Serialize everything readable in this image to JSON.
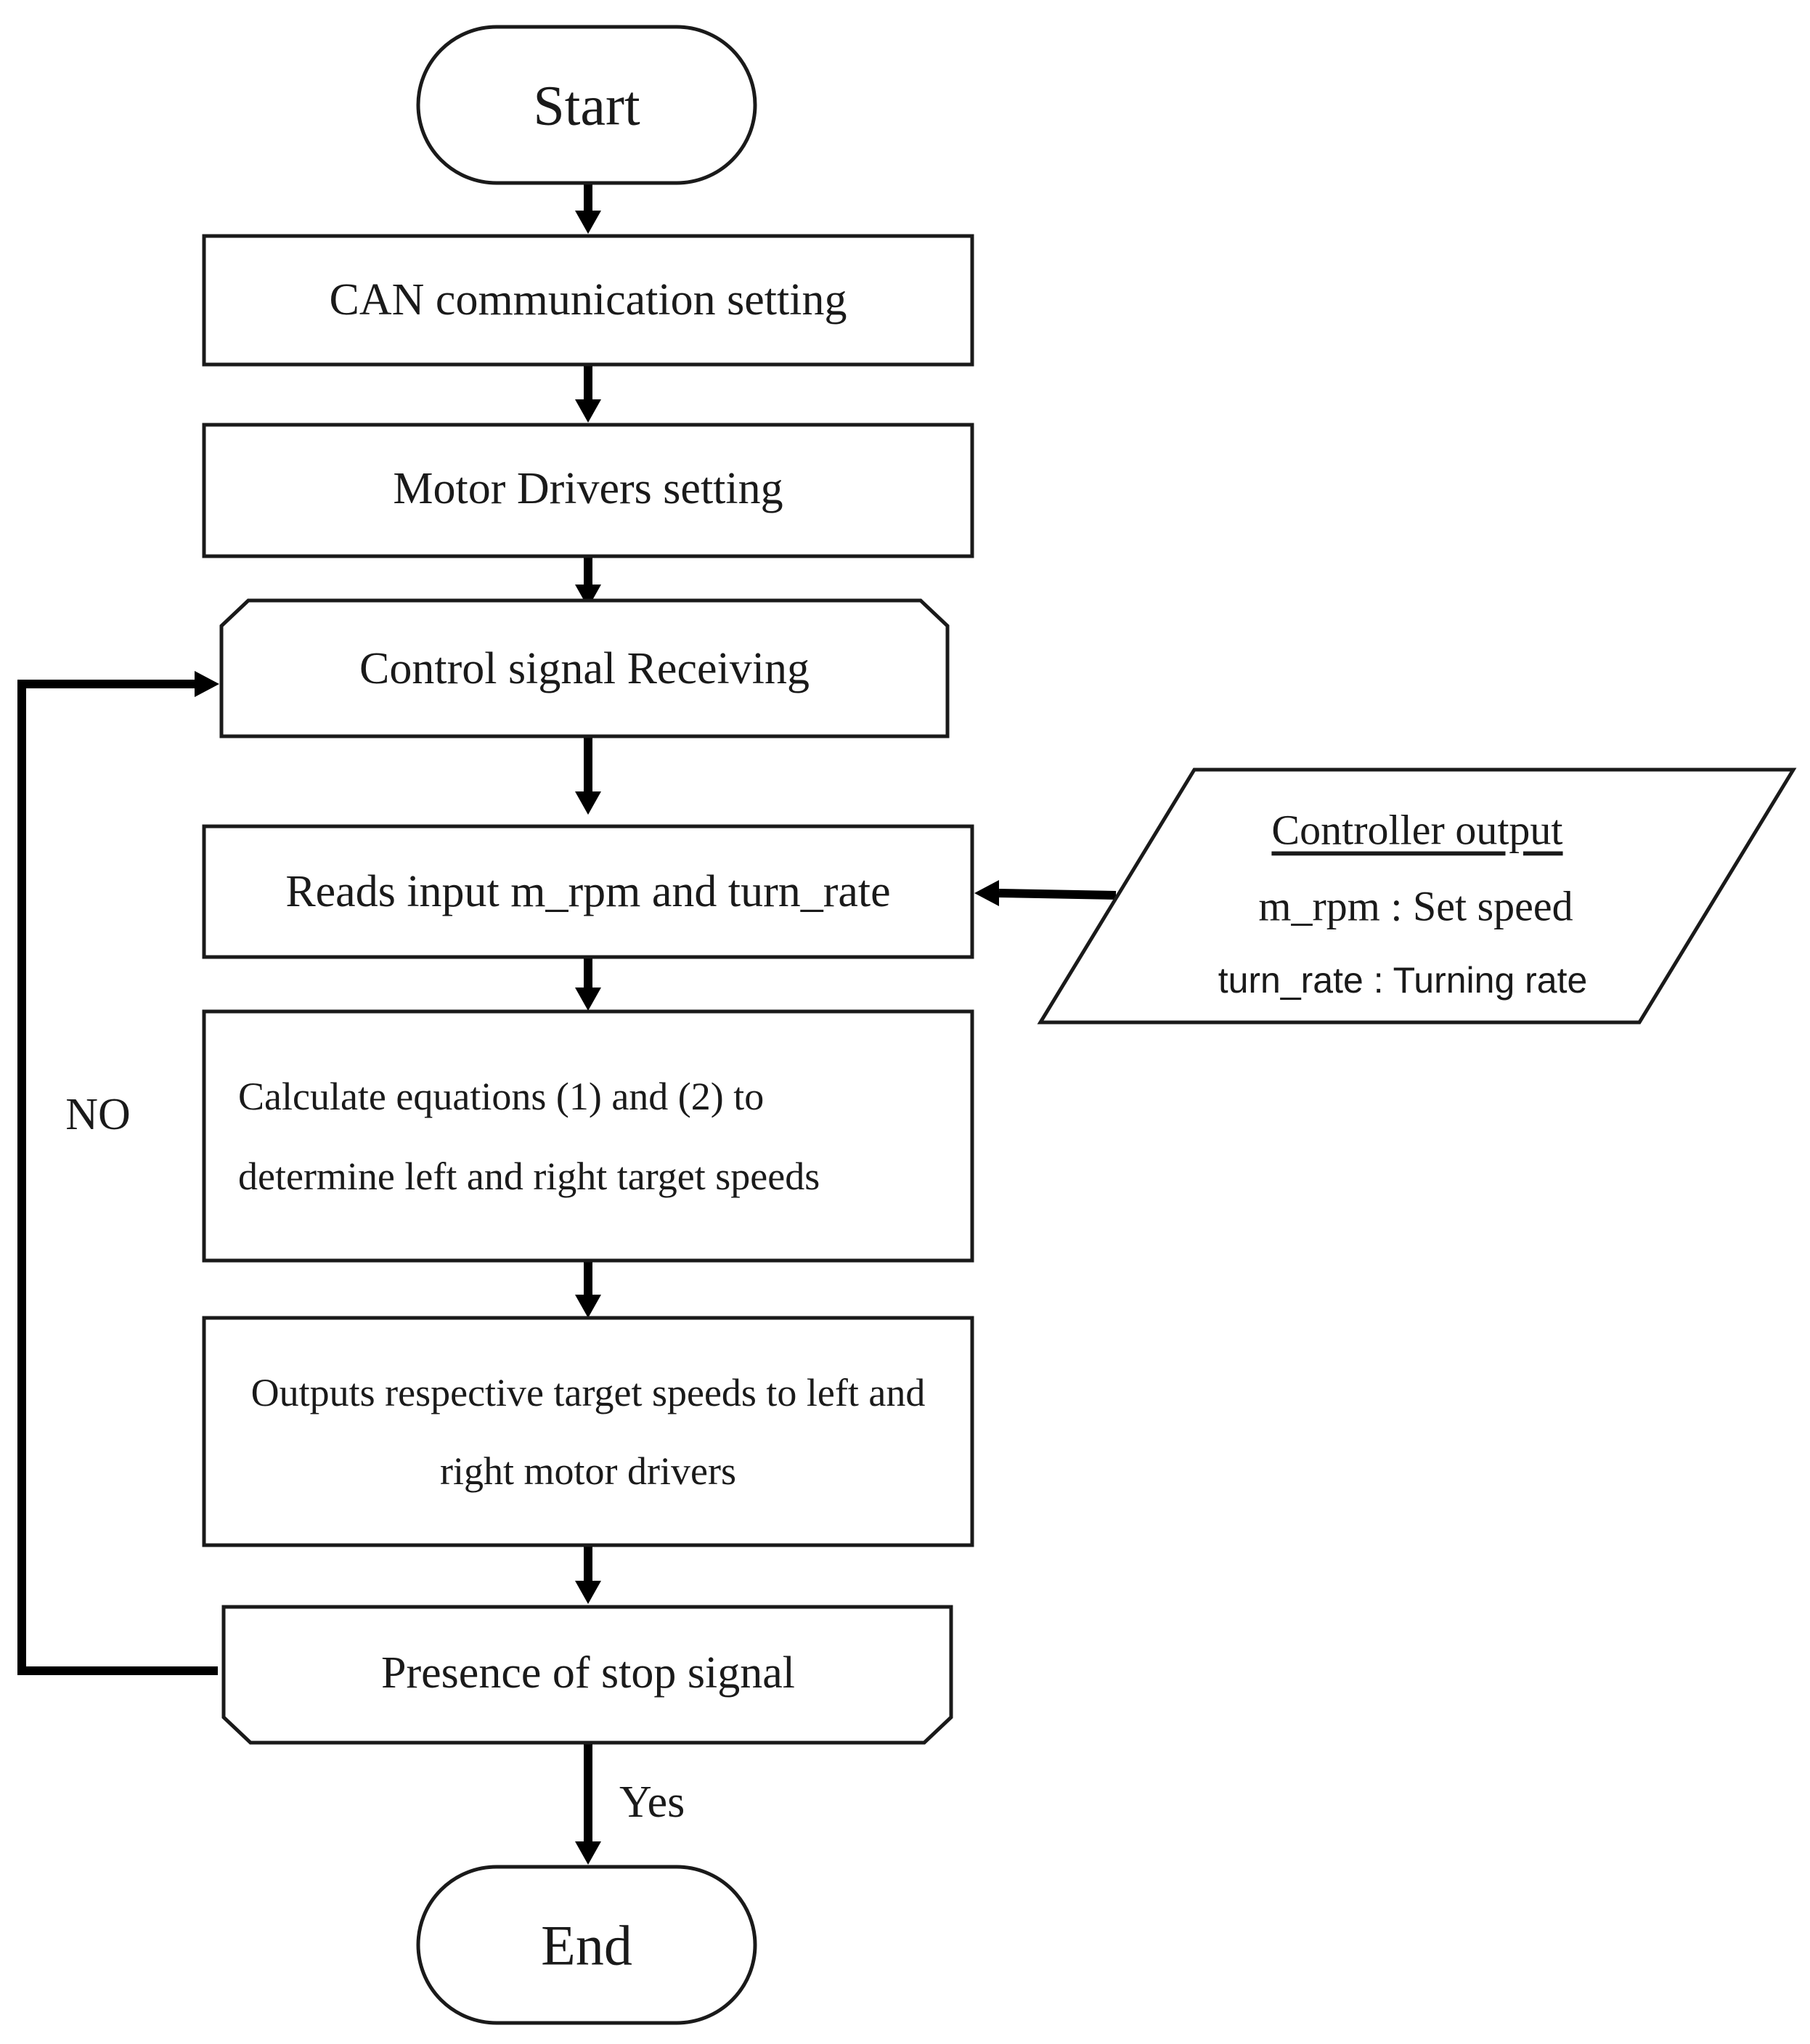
{
  "flowchart": {
    "start": "Start",
    "can_setting": "CAN communication setting",
    "motor_setting": "Motor Drivers setting",
    "control_receiving": "Control signal Receiving",
    "reads_input": "Reads input m_rpm and turn_rate",
    "calculate": {
      "line1": "Calculate equations (1) and (2) to",
      "line2": "determine left and right target speeds"
    },
    "outputs": {
      "line1": "Outputs respective target speeds to left and",
      "line2": "right motor drivers"
    },
    "stop_signal": "Presence of stop signal",
    "end": "End",
    "label_no": "NO",
    "label_yes": "Yes"
  },
  "controller_output": {
    "title": "Controller output",
    "m_rpm": "m_rpm : Set speed",
    "turn_rate": "turn_rate : Turning rate"
  }
}
